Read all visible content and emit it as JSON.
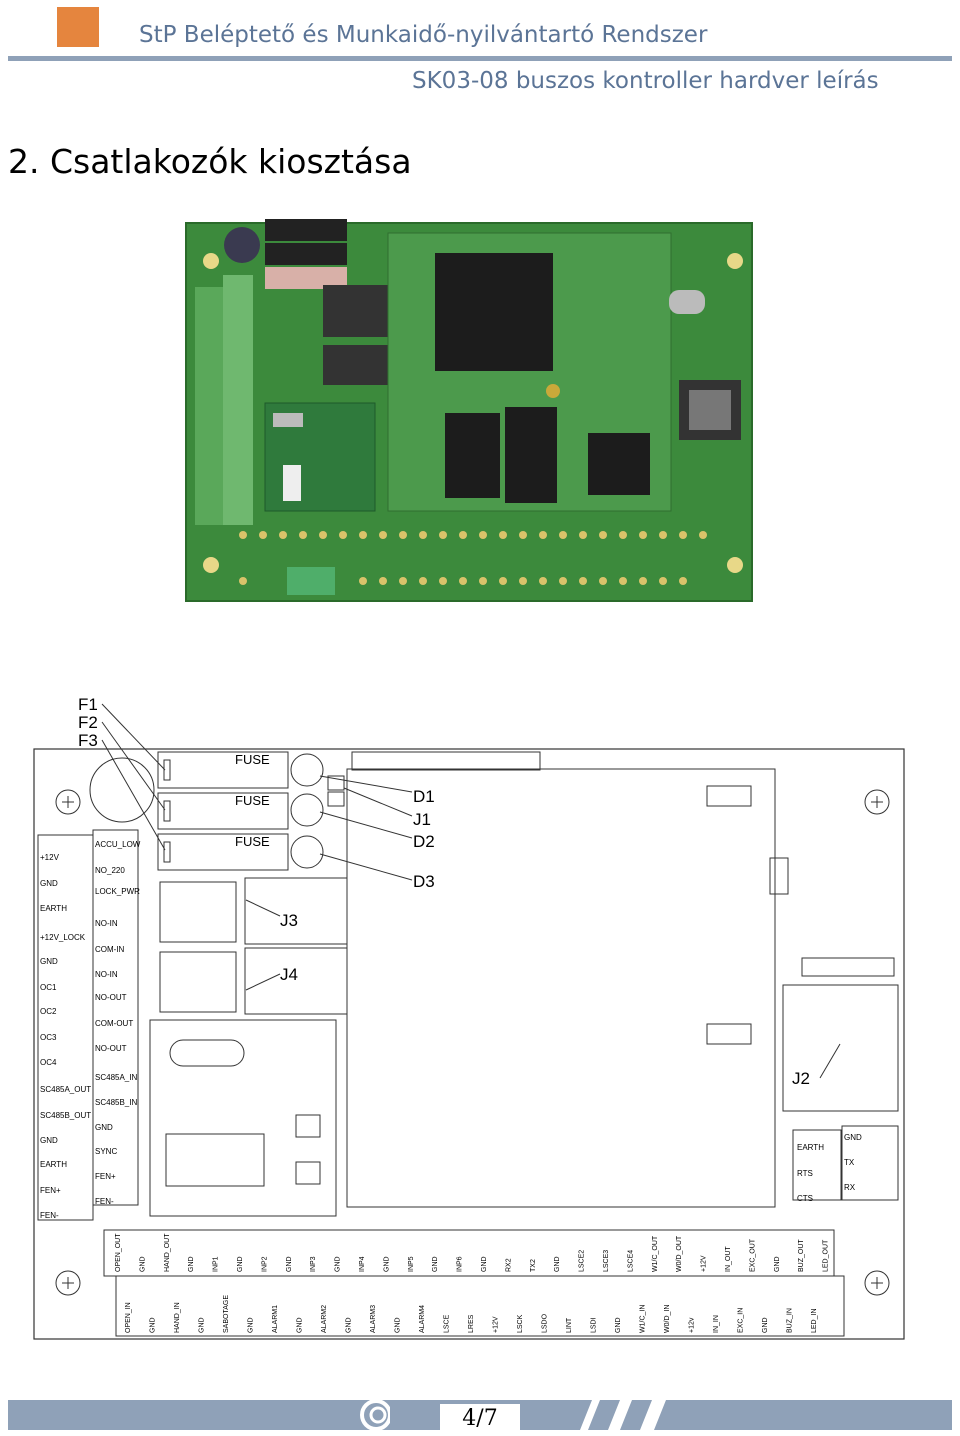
{
  "header": {
    "title": "StP Beléptető és Munkaidő-nyilvántartó Rendszer",
    "subtitle": "SK03-08 buszos kontroller hardver leírás"
  },
  "section": {
    "heading": "2.  Csatlakozók kiosztása"
  },
  "colors": {
    "accent": "#e5853e",
    "rule": "#8fa1b8",
    "header_text": "#5b7496",
    "pcb_green": "#3f8f3f"
  },
  "photo": {
    "alt_icon": "pcb-photo"
  },
  "diagram": {
    "callouts": [
      "F1",
      "F2",
      "F3",
      "D1",
      "J1",
      "D2",
      "D3",
      "J3",
      "J4",
      "J2"
    ],
    "fuse_label": "FUSE",
    "left_block_a": [
      "+12V",
      "GND",
      "EARTH",
      "+12V_LOCK",
      "GND",
      "OC1",
      "OC2",
      "OC3",
      "OC4",
      "SC485A_OUT",
      "SC485B_OUT",
      "GND",
      "EARTH",
      "FEN+",
      "FEN-"
    ],
    "left_block_b": [
      "ACCU_LOW",
      "NO_220",
      "LOCK_PWR",
      "NO-IN",
      "COM-IN",
      "NO-IN",
      "NO-OUT",
      "COM-OUT",
      "NO-OUT",
      "SC485A_IN",
      "SC485B_IN",
      "GND",
      "SYNC",
      "FEN+",
      "FEN-"
    ],
    "right_block_a": [
      "EARTH",
      "RTS",
      "CTS"
    ],
    "right_block_b": [
      "GND",
      "TX",
      "RX"
    ],
    "bottom_top_row": [
      "OPEN_OUT",
      "GND",
      "HAND_OUT",
      "GND",
      "INP1",
      "GND",
      "INP2",
      "GND",
      "INP3",
      "GND",
      "INP4",
      "GND",
      "INP5",
      "GND",
      "INP6",
      "GND",
      "RX2",
      "TX2",
      "GND",
      "LSCE2",
      "LSCE3",
      "LSCE4",
      "W1/C_OUT",
      "W0/D_OUT",
      "+12V",
      "IN_OUT",
      "EXC_OUT",
      "GND",
      "BUZ_OUT",
      "LED_OUT"
    ],
    "bottom_bottom_row": [
      "OPEN_IN",
      "GND",
      "HAND_IN",
      "GND",
      "SABOTAGE",
      "GND",
      "ALARM1",
      "GND",
      "ALARM2",
      "GND",
      "ALARM3",
      "GND",
      "ALARM4",
      "LSCE",
      "LRES",
      "+12V",
      "LSCK",
      "LSDO",
      "LINT",
      "LSDI",
      "GND",
      "W1/C_IN",
      "W0/D_IN",
      "+12v",
      "IN_IN",
      "EXC_IN",
      "GND",
      "BUZ_IN",
      "LED_IN"
    ]
  },
  "footer": {
    "page": "4/7"
  }
}
